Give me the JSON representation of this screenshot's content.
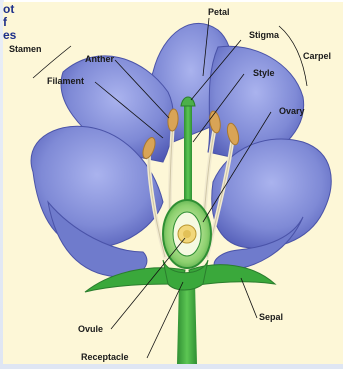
{
  "fragments": [
    "ot",
    "f",
    "es"
  ],
  "labels": {
    "petal": "Petal",
    "stigma": "Stigma",
    "carpel": "Carpel",
    "style": "Style",
    "ovary": "Ovary",
    "stamen": "Stamen",
    "anther": "Anther",
    "filament": "Filament",
    "ovule": "Ovule",
    "receptacle": "Receptacle",
    "sepal": "Sepal"
  },
  "colors": {
    "petal": "#7f8ad6",
    "petal_dark": "#4e58b4",
    "stem": "#3aa83b",
    "filament": "#f1ead0",
    "anther": "#d9a456",
    "ovary": "#8cd06e",
    "background": "#fdf7d7"
  }
}
